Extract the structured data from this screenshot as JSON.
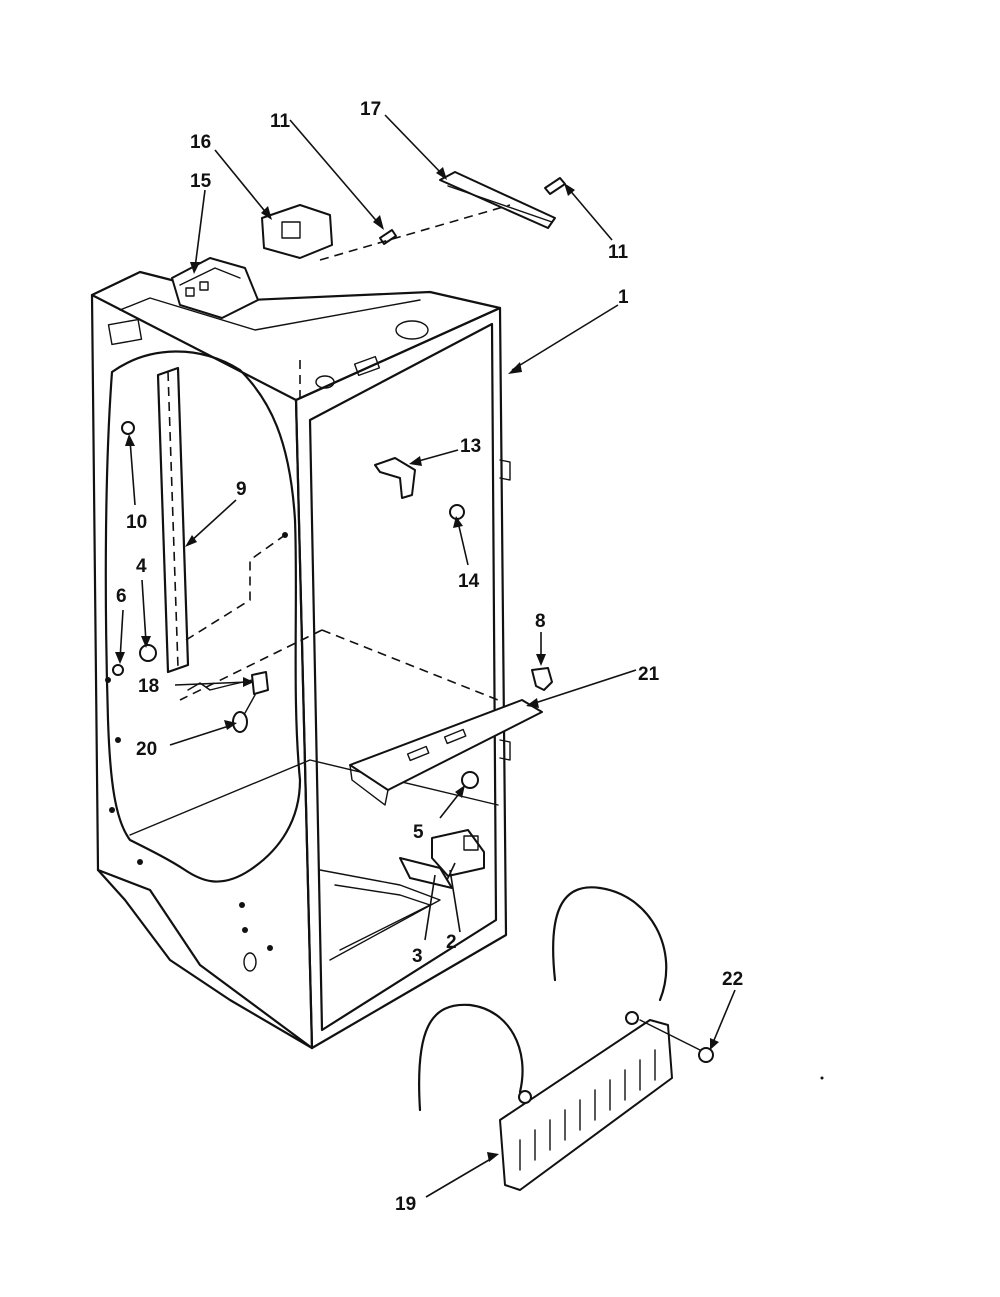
{
  "callouts": [
    {
      "id": "c1",
      "text": "1"
    },
    {
      "id": "c2",
      "text": "2"
    },
    {
      "id": "c3",
      "text": "3"
    },
    {
      "id": "c4",
      "text": "4"
    },
    {
      "id": "c5",
      "text": "5"
    },
    {
      "id": "c6",
      "text": "6"
    },
    {
      "id": "c8",
      "text": "8"
    },
    {
      "id": "c9",
      "text": "9"
    },
    {
      "id": "c10",
      "text": "10"
    },
    {
      "id": "c11a",
      "text": "11"
    },
    {
      "id": "c11b",
      "text": "11"
    },
    {
      "id": "c13",
      "text": "13"
    },
    {
      "id": "c14",
      "text": "14"
    },
    {
      "id": "c15",
      "text": "15"
    },
    {
      "id": "c16",
      "text": "16"
    },
    {
      "id": "c17",
      "text": "17"
    },
    {
      "id": "c18",
      "text": "18"
    },
    {
      "id": "c19",
      "text": "19"
    },
    {
      "id": "c20",
      "text": "20"
    },
    {
      "id": "c21",
      "text": "21"
    },
    {
      "id": "c22",
      "text": "22"
    }
  ]
}
